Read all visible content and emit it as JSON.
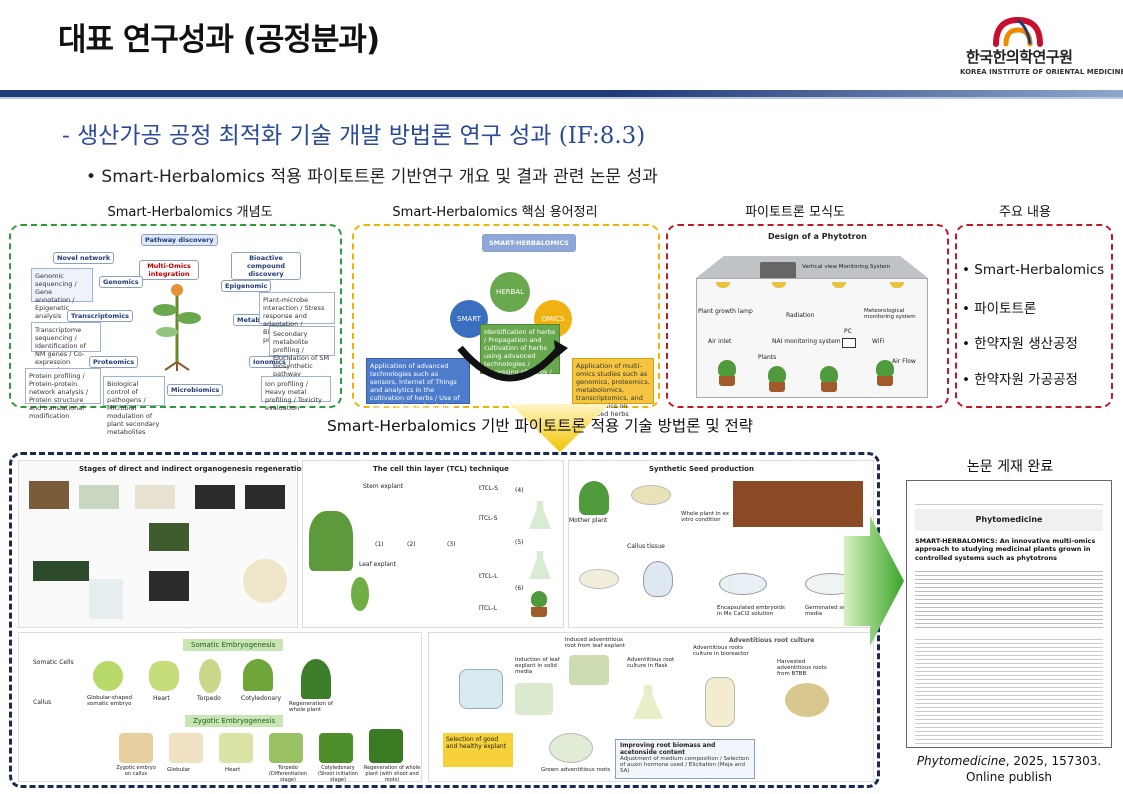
{
  "header": {
    "title": "대표 연구성과 (공정분과)",
    "logo_kr": "한국한의학연구원",
    "logo_en": "KOREA INSTITUTE OF ORIENTAL MEDICINE"
  },
  "subtitle": "- 생산가공 공정 최적화 기술 개발 방법론 연구 성과 (IF:8.3)",
  "bullet": "• Smart-Herbalomics 적용 파이토트론 기반연구 개요 및 결과 관련 논문 성과",
  "sections": {
    "concept": "Smart-Herbalomics 개념도",
    "glossary": "Smart-Herbalomics 핵심 용어정리",
    "phytotron": "파이토트론 모식도",
    "main_content": "주요 내용"
  },
  "concept_diagram": {
    "top": "Pathway discovery",
    "novel": "Novel network",
    "bioactive": "Bioactive compound discovery",
    "center": "Multi-Omics integration",
    "genomics": "Genomics",
    "epigenomic": "Epigenomic",
    "transcriptomics": "Transcriptomics",
    "metabolomics": "Metabolomics",
    "proteomics": "Proteomics",
    "ionomics": "Ionomics",
    "microbiomics": "Microbiomics",
    "genomics_items": "Genomic sequencing / Gene annotation / Epigenetic analysis",
    "epigenomic_items": "Plant-microbe interaction / Stress response and adaptation / Bioactive compound production",
    "transcriptomics_items": "Transcriptome sequencing / Identification of NM genes / Co-expression network",
    "metabolomics_items": "Secondary metabolite profiling / Elucidation of SM biosynthetic pathway",
    "proteomics_items": "Protein profiling / Protein-protein network analysis / Protein structure and translational modification",
    "microbiomics_items": "Biological control of pathogens / Microbial modulation of plant secondary metabolites",
    "ionomics_items": "Ion profiling / Heavy metal profiling / Toxicity evaluation"
  },
  "glossary_diagram": {
    "top": "SMART-HERBALOMICS",
    "smart": "SMART",
    "herbal": "HERBAL",
    "omics": "OMICS",
    "herbal_items": "Identification of herbs / Propagation and cultivation of herbs using advanced technologies / Processing of herbs / Application of omics studies on the herbs",
    "smart_items": "Application of advanced technologies such as sensors, Internet of Things and analytics in the cultivation of herbs / Use of cutting edge technologies and computational tools to collect, analyze, and interpret large-scale biological data from cultivated herbs",
    "omics_items": "Application of multi-omics studies such as genomics, proteomics, metabolomics, transcriptomics, and epigenomics on cultivated herbs"
  },
  "phytotron_diagram": {
    "title": "Design of a Phytotron",
    "vertical": "Vertical view Monitoring System",
    "growth_lamp": "Plant growth lamp",
    "radiation": "Radiation",
    "meteo": "Meteorological monitoring system",
    "air_inlet": "Air inlet",
    "nai": "NAI monitoring system",
    "pc": "PC",
    "wifi": "WiFi",
    "plants": "Plants",
    "air_flow": "Air Flow"
  },
  "key_points": [
    "• Smart-Herbalomics",
    "• 파이토트론",
    "• 한약자원 생산공정",
    "• 한약자원 가공공정"
  ],
  "strategy_title": "Smart-Herbalomics 기반 파이토트론 적용 기술 방법론 및 전략",
  "panels": {
    "rhizome": "Stages of direct and indirect organogenesis regeneration Rhizome explant",
    "tcl": "The cell thin layer (TCL) technique",
    "synthetic": "Synthetic Seed production",
    "somatic": "Somatic Embryogenesis",
    "zygotic": "Zygotic Embryogenesis",
    "adventitious": "Adventitious root culture"
  },
  "tcl_labels": {
    "stem": "Stem explant",
    "leaf": "Leaf explant",
    "tcl_s1": "tTCL-S",
    "tcl_s2": "lTCL-S",
    "tcl_l1": "tTCL-L",
    "tcl_l2": "lTCL-L",
    "n1": "(1)",
    "n2": "(2)",
    "n3": "(3)",
    "n4": "(4)",
    "n5": "(5)",
    "n6": "(6)"
  },
  "synthetic_labels": {
    "mother": "Mother plant",
    "callus": "Callus tissue",
    "whole": "Whole plant in ex vitro condition",
    "encaps": "Encapsulated embryoids in Mx CaCl2 solution",
    "germ": "Germinated seeds in media"
  },
  "somatic_labels": [
    "Somatic Cells",
    "Callus",
    "Globular-shaped somatic embryo",
    "Heart",
    "Torpedo",
    "Cotyledonary",
    "Regeneration of whole plant"
  ],
  "zygotic_labels": [
    "Zygotic embryo on callus",
    "Globular",
    "Heart",
    "Torpedo (Differentiation stage)",
    "Cotyledonary (Shoot initiation stage)",
    "Regeneration of whole plant (with shoot and roots)"
  ],
  "root_labels": {
    "r1": "Selection of good and healthy explant",
    "r2": "Induction of leaf explant in solid media",
    "r3": "Induced adventitious root from leaf explant",
    "r4": "Adventitious root culture in flask",
    "r5": "Adventitious roots culture in bioreactor",
    "r6": "Harvested adventitious roots from BTBB",
    "r7": "Improving root biomass and acetonside content",
    "r7_items": "Adjustment of medium composition / Selection of auxin hormone used / Elicitation (Meja and SA)",
    "grown": "Grown adventitious roots"
  },
  "paper": {
    "label": "논문 게재 완료",
    "journal": "Phytomedicine",
    "paper_title": "SMART-HERBALOMICS: An innovative multi-omics approach to studying medicinal plants grown in controlled systems such as phytotrons",
    "citation_journal": "Phytomedicine",
    "citation_rest": ", 2025, 157303.",
    "online": "Online publish"
  },
  "colors": {
    "green_border": "#2a9d3a",
    "yellow_border": "#f0b400",
    "red_border": "#c0182a",
    "navy_border": "#1b2a55",
    "arrow_green": "#43b02a",
    "subtitle": "#2a4a9a"
  }
}
